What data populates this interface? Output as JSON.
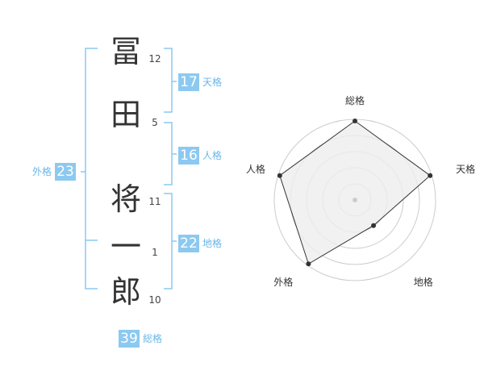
{
  "name": {
    "characters": [
      {
        "char": "冨",
        "strokes": "12"
      },
      {
        "char": "田",
        "strokes": "5"
      },
      {
        "char": "将",
        "strokes": "11"
      },
      {
        "char": "一",
        "strokes": "1"
      },
      {
        "char": "郎",
        "strokes": "10"
      }
    ]
  },
  "fortune": {
    "tenkaku": {
      "label": "天格",
      "value": "17"
    },
    "jinkaku": {
      "label": "人格",
      "value": "16"
    },
    "chikaku": {
      "label": "地格",
      "value": "22"
    },
    "gaikaku": {
      "label": "外格",
      "value": "23"
    },
    "soukaku": {
      "label": "総格",
      "value": "39"
    }
  },
  "colors": {
    "accent": "#8cc9f0",
    "accent_text": "#6ab6e8",
    "bracket": "#8cc9f0",
    "text": "#333333",
    "grid": "#cccccc",
    "fill": "#eeeeee"
  },
  "chart_data": {
    "type": "radar",
    "axes": [
      "総格",
      "天格",
      "地格",
      "外格",
      "人格"
    ],
    "values": [
      5,
      5,
      2,
      5,
      5
    ],
    "range": [
      0,
      5
    ],
    "rings": 5
  }
}
